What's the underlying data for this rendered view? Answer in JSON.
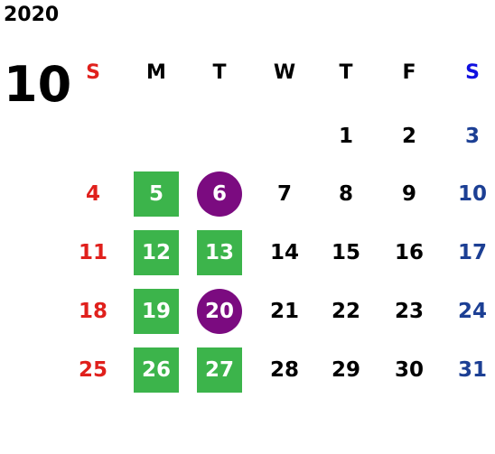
{
  "year": "2020",
  "month": "10",
  "colors": {
    "sunday": "#e0201c",
    "saturday": "#1c3f94",
    "weekday": "#000000",
    "sunday_header": "#e0201c",
    "saturday_header": "#1010e0",
    "green_highlight": "#3cb44b",
    "purple_highlight": "#7b0b80"
  },
  "weekdays": [
    "S",
    "M",
    "T",
    "W",
    "T",
    "F",
    "S"
  ],
  "weeks": [
    [
      {
        "label": ""
      },
      {
        "label": ""
      },
      {
        "label": ""
      },
      {
        "label": ""
      },
      {
        "label": "1"
      },
      {
        "label": "2"
      },
      {
        "label": "3"
      }
    ],
    [
      {
        "label": "4"
      },
      {
        "label": "5",
        "mark": "green"
      },
      {
        "label": "6",
        "mark": "purple"
      },
      {
        "label": "7"
      },
      {
        "label": "8"
      },
      {
        "label": "9"
      },
      {
        "label": "10"
      }
    ],
    [
      {
        "label": "11"
      },
      {
        "label": "12",
        "mark": "green"
      },
      {
        "label": "13",
        "mark": "green"
      },
      {
        "label": "14"
      },
      {
        "label": "15"
      },
      {
        "label": "16"
      },
      {
        "label": "17"
      }
    ],
    [
      {
        "label": "18"
      },
      {
        "label": "19",
        "mark": "green"
      },
      {
        "label": "20",
        "mark": "purple"
      },
      {
        "label": "21"
      },
      {
        "label": "22"
      },
      {
        "label": "23"
      },
      {
        "label": "24"
      }
    ],
    [
      {
        "label": "25"
      },
      {
        "label": "26",
        "mark": "green"
      },
      {
        "label": "27",
        "mark": "green"
      },
      {
        "label": "28"
      },
      {
        "label": "29"
      },
      {
        "label": "30"
      },
      {
        "label": "31"
      }
    ]
  ]
}
